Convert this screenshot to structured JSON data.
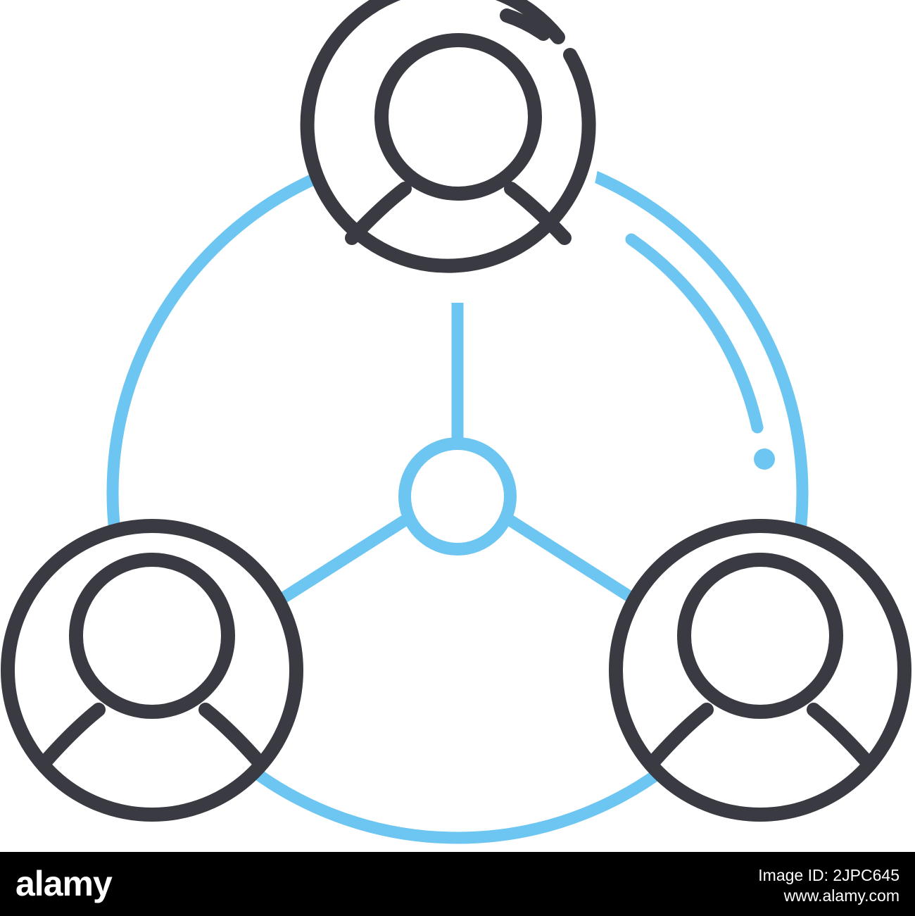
{
  "colors": {
    "outline_dark": "#3a3a42",
    "network_blue": "#6cc6f1",
    "footer_background": "#000000",
    "footer_text": "#ffffff"
  },
  "icon": {
    "name": "team-network-line-icon",
    "user_nodes": [
      {
        "name": "user-avatar-top-icon"
      },
      {
        "name": "user-avatar-left-icon"
      },
      {
        "name": "user-avatar-right-icon"
      }
    ]
  },
  "footer": {
    "brand": "alamy",
    "image_id_label": "Image ID: 2JPC645",
    "site": "www.alamy.com"
  }
}
